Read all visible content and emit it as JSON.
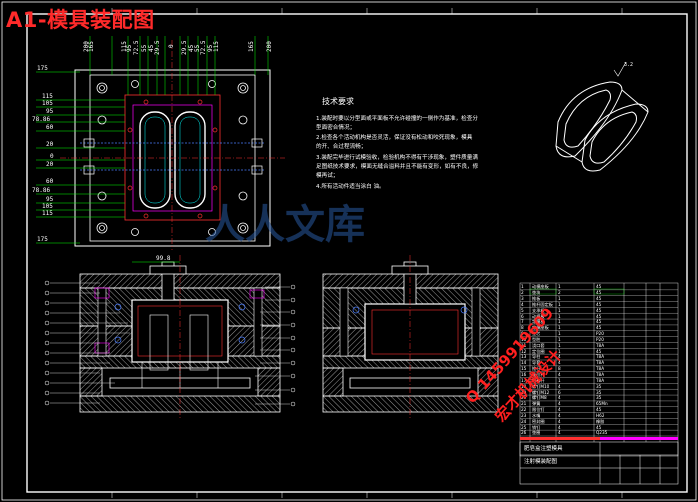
{
  "drawing": {
    "title": "A1-模具装配图",
    "tech_requirements": {
      "heading": "技术要求",
      "lines": [
        "1.装配时要以分型面或平面板不允许碰撞的一侧作为基准，检查分",
        "型面密合情况；",
        "2.检查各个活动机构是否灵活，保证没有松动和咬死现象，模具",
        "的开、合过程流畅；",
        "3.装配完毕进行试模验收，检验机构不得有干涉现象，塑件质量满",
        "足图纸技术要求，模面无缝合溢料并且不能有变形，如有不良，修",
        "模再试；",
        "4.所有活动件适当涂白 油。"
      ]
    },
    "plan_dims_left": [
      "175",
      "115",
      "105",
      "95",
      "78.86",
      "60",
      "20",
      "0",
      "20",
      "60",
      "78.86",
      "95",
      "105",
      "115",
      "175"
    ],
    "plan_dims_top": [
      "200",
      "165",
      "115",
      "95",
      "72.5",
      "55",
      "45",
      "29.5",
      "0",
      "29.5",
      "45",
      "55",
      "72.5",
      "95",
      "115",
      "165",
      "200"
    ],
    "section_dim_top": "99.8",
    "watermark_brand": "人人文库",
    "watermark_phone": "Q 1459919609",
    "watermark_sub": "宏才机械设计",
    "roughness_symbol": "3.2",
    "bom_rows": [
      [
        "1",
        "动模座板",
        "1",
        "45",
        ""
      ],
      [
        "2",
        "垫块",
        "2",
        "45",
        ""
      ],
      [
        "3",
        "推板",
        "1",
        "45",
        ""
      ],
      [
        "4",
        "推杆固定板",
        "1",
        "45",
        ""
      ],
      [
        "5",
        "支承板",
        "1",
        "45",
        ""
      ],
      [
        "6",
        "动模板",
        "1",
        "45",
        ""
      ],
      [
        "7",
        "定模板",
        "1",
        "45",
        ""
      ],
      [
        "8",
        "定模座板",
        "1",
        "45",
        ""
      ],
      [
        "9",
        "型芯",
        "1",
        "P20",
        ""
      ],
      [
        "10",
        "型腔",
        "1",
        "P20",
        ""
      ],
      [
        "11",
        "浇口套",
        "1",
        "T8A",
        ""
      ],
      [
        "12",
        "定位圈",
        "1",
        "45",
        ""
      ],
      [
        "13",
        "导柱",
        "4",
        "T8A",
        ""
      ],
      [
        "14",
        "导套",
        "4",
        "T8A",
        ""
      ],
      [
        "15",
        "推杆",
        "8",
        "T8A",
        ""
      ],
      [
        "16",
        "复位杆",
        "4",
        "T8A",
        ""
      ],
      [
        "17",
        "拉料杆",
        "1",
        "T8A",
        ""
      ],
      [
        "18",
        "螺钉M10",
        "4",
        "35",
        ""
      ],
      [
        "19",
        "螺钉M12",
        "6",
        "35",
        ""
      ],
      [
        "20",
        "螺钉M8",
        "4",
        "35",
        ""
      ],
      [
        "21",
        "弹簧",
        "4",
        "65Mn",
        ""
      ],
      [
        "22",
        "限位钉",
        "4",
        "45",
        ""
      ],
      [
        "23",
        "水嘴",
        "4",
        "H62",
        ""
      ],
      [
        "24",
        "密封圈",
        "4",
        "橡胶",
        ""
      ],
      [
        "25",
        "销钉",
        "4",
        "45",
        ""
      ],
      [
        "26",
        "垫圈",
        "4",
        "Q235",
        ""
      ]
    ],
    "title_block": {
      "name": "肥皂盒注塑模具",
      "subtitle": "注射模装配图"
    }
  }
}
